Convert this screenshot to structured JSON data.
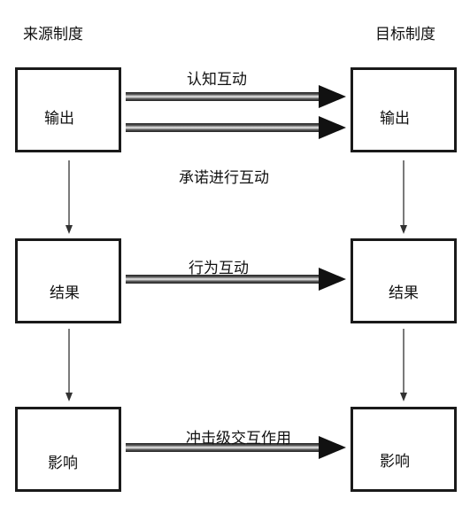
{
  "headers": {
    "source": "来源制度",
    "target": "目标制度"
  },
  "rows": [
    {
      "source": "输出",
      "target": "输出",
      "interactions": [
        "认知互动",
        "承诺进行互动"
      ]
    },
    {
      "source": "结果",
      "target": "结果",
      "interactions": [
        "行为互动"
      ]
    },
    {
      "source": "影响",
      "target": "影响",
      "interactions": [
        "冲击级交互作用"
      ]
    }
  ]
}
